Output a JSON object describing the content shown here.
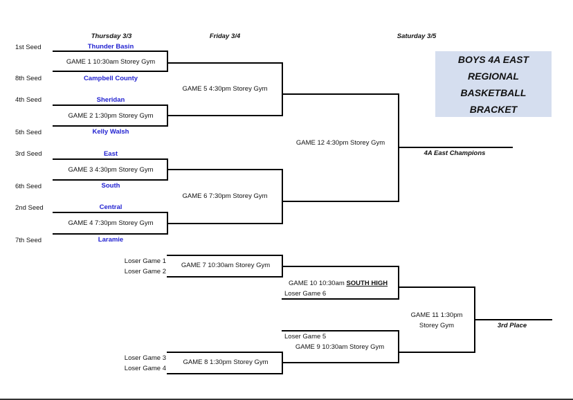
{
  "headers": {
    "thursday": "Thursday 3/3",
    "friday": "Friday 3/4",
    "saturday": "Saturday 3/5"
  },
  "title": {
    "line1": "BOYS 4A EAST",
    "line2": "REGIONAL",
    "line3": "BASKETBALL",
    "line4": "BRACKET"
  },
  "seeds": [
    "1st Seed",
    "8th Seed",
    "4th Seed",
    "5th Seed",
    "3rd Seed",
    "6th Seed",
    "2nd Seed",
    "7th Seed"
  ],
  "teams": [
    "Thunder Basin",
    "Campbell County",
    "Sheridan",
    "Kelly Walsh",
    "East",
    "South",
    "Central",
    "Laramie"
  ],
  "games": {
    "g1": "GAME 1 10:30am Storey Gym",
    "g2": "GAME 2 1:30pm Storey Gym",
    "g3": "GAME 3 4:30pm Storey Gym",
    "g4": "GAME 4 7:30pm Storey Gym",
    "g5": "GAME 5 4:30pm Storey Gym",
    "g6": "GAME 6 7:30pm Storey Gym",
    "g7": "GAME 7 10:30am Storey Gym",
    "g8": "GAME 8 1:30pm Storey Gym",
    "g9": "GAME 9 10:30am Storey Gym",
    "g10_prefix": "GAME 10 10:30am",
    "g10_venue": "SOUTH HIGH",
    "g11_line1": "GAME 11 1:30pm",
    "g11_line2": "Storey Gym",
    "g12": "GAME 12 4:30pm Storey Gym"
  },
  "losers": {
    "l1": "Loser Game 1",
    "l2": "Loser Game 2",
    "l3": "Loser Game 3",
    "l4": "Loser Game 4",
    "l5": "Loser Game 5",
    "l6": "Loser Game 6"
  },
  "results": {
    "champions": "4A East Champions",
    "third": "3rd Place"
  },
  "colors": {
    "team_text": "#1f1fd0",
    "title_box": "#d5deef",
    "lines": "#000000"
  }
}
